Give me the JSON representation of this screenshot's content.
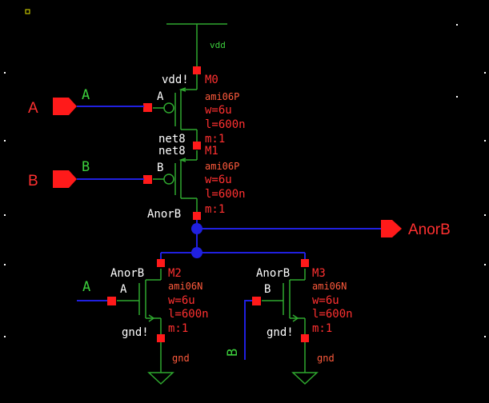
{
  "colors": {
    "background": "#000000",
    "device_wire": "#2fa82f",
    "net_wire": "#2020e0",
    "pin": "#ff1a1a",
    "text_white": "#ffffff",
    "text_red": "#ff3030",
    "text_green": "#3ccf3c"
  },
  "pins": {
    "a": "A",
    "b": "B",
    "out": "AnorB"
  },
  "wire_labels": {
    "a_top": "A",
    "b_top": "B",
    "a_bottom": "A",
    "b_bottom": "B"
  },
  "nets": {
    "vdd": "vdd",
    "gnd_m2": "gnd",
    "gnd_m3": "gnd"
  },
  "devices": {
    "m0": {
      "name": "M0",
      "model": "ami06P",
      "w": "w=6u",
      "l": "l=600n",
      "m": "m:1",
      "top_term": "vdd!",
      "bottom_term": "net8",
      "gate_term": "A"
    },
    "m1": {
      "name": "M1",
      "model": "ami06P",
      "w": "w=6u",
      "l": "l=600n",
      "m": "m:1",
      "top_term": "net8",
      "bottom_term": "AnorB",
      "gate_term": "B"
    },
    "m2": {
      "name": "M2",
      "model": "ami06N",
      "w": "w=6u",
      "l": "l=600n",
      "m": "m:1",
      "top_term": "AnorB",
      "bottom_term": "gnd!",
      "gate_term": "A"
    },
    "m3": {
      "name": "M3",
      "model": "ami06N",
      "w": "w=6u",
      "l": "l=600n",
      "m": "m:1",
      "top_term": "AnorB",
      "bottom_term": "gnd!",
      "gate_term": "B"
    }
  }
}
